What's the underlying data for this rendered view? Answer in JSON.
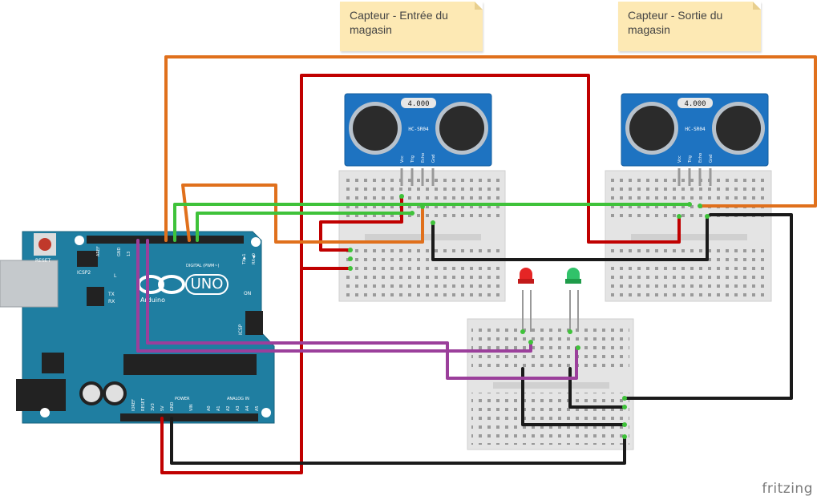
{
  "notes": {
    "entry": "Capteur - Entrée du magasin",
    "exit": "Capteur - Sortie du magasin"
  },
  "arduino": {
    "brand": "Arduino",
    "model": "UNO",
    "reset_label": "RESET",
    "icsp2_label": "ICSP2",
    "icsp_label": "ICSP",
    "on_label": "ON",
    "l_label": "L",
    "tx_label": "TX",
    "rx_label": "RX",
    "digital_label": "DIGITAL (PWM~)",
    "power_label": "POWER",
    "analog_label": "ANALOG IN",
    "aref_label": "AREF",
    "gnd_label": "GND",
    "pin13_label": "13",
    "txrx_label": "TX▶1",
    "rx0_label": "RX◀0",
    "ioref_label": "IOREF",
    "reset_pin_label": "RESET",
    "v3_label": "3V3",
    "v5_label": "5V",
    "vin_label": "VIN",
    "analog_pins": [
      "A0",
      "A1",
      "A2",
      "A3",
      "A4",
      "A5"
    ]
  },
  "sensors": {
    "display": "4.000",
    "model": "HC-SR04",
    "pins": [
      "Vcc",
      "Trig",
      "Echo",
      "Gnd"
    ]
  },
  "watermark": "fritzing",
  "colors": {
    "board": "#1f7ea1",
    "breadboard": "#e4e4e4",
    "wire_red": "#c00000",
    "wire_orange": "#e0701c",
    "wire_green": "#3fc23a",
    "wire_black": "#1a1a1a",
    "wire_purple": "#9b3f9b",
    "sensor_blue": "#1e73c1"
  }
}
